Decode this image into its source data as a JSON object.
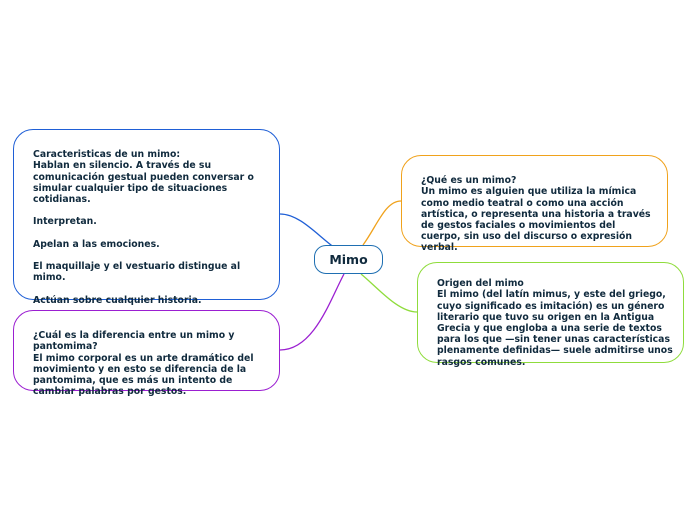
{
  "central": {
    "label": "Mimo"
  },
  "nodes": {
    "caracteristicas": {
      "text": "Caracteristicas de un mimo:\nHablan en silencio. A través de su comunicación gestual pueden conversar o simular cualquier tipo de situaciones cotidianas.\n\nInterpretan.\n\nApelan a las emociones.\n\nEl maquillaje y el vestuario distingue al mimo.\n\nActúan sobre cualquier historia.",
      "color": "#1f5fd6"
    },
    "diferencia": {
      "text": "¿Cuál es la diferencia entre un mimo y pantomima?\nEl mimo corporal es un arte dramático del movimiento y en esto se diferencia de la pantomima, que es más un intento de cambiar palabras por gestos.",
      "color": "#9b1fd1"
    },
    "que_es": {
      "text": "¿Qué es un mimo?\nUn mimo  es alguien que utiliza la mímica como medio teatral o como una acción artística, o representa una historia a través de gestos faciales o movimientos del cuerpo, sin uso del discurso o expresión verbal.",
      "color": "#f0a21c"
    },
    "origen": {
      "text": "Origen del mimo\nEl mimo (del latín mimus, y este del griego, cuyo significado es imitación) es un género literario que tuvo su origen en la Antigua Grecia y que engloba a una serie de textos para los que —sin tener unas características plenamente definidas— suele admitirse unos rasgos comunes.",
      "color": "#8fdc3c"
    }
  }
}
